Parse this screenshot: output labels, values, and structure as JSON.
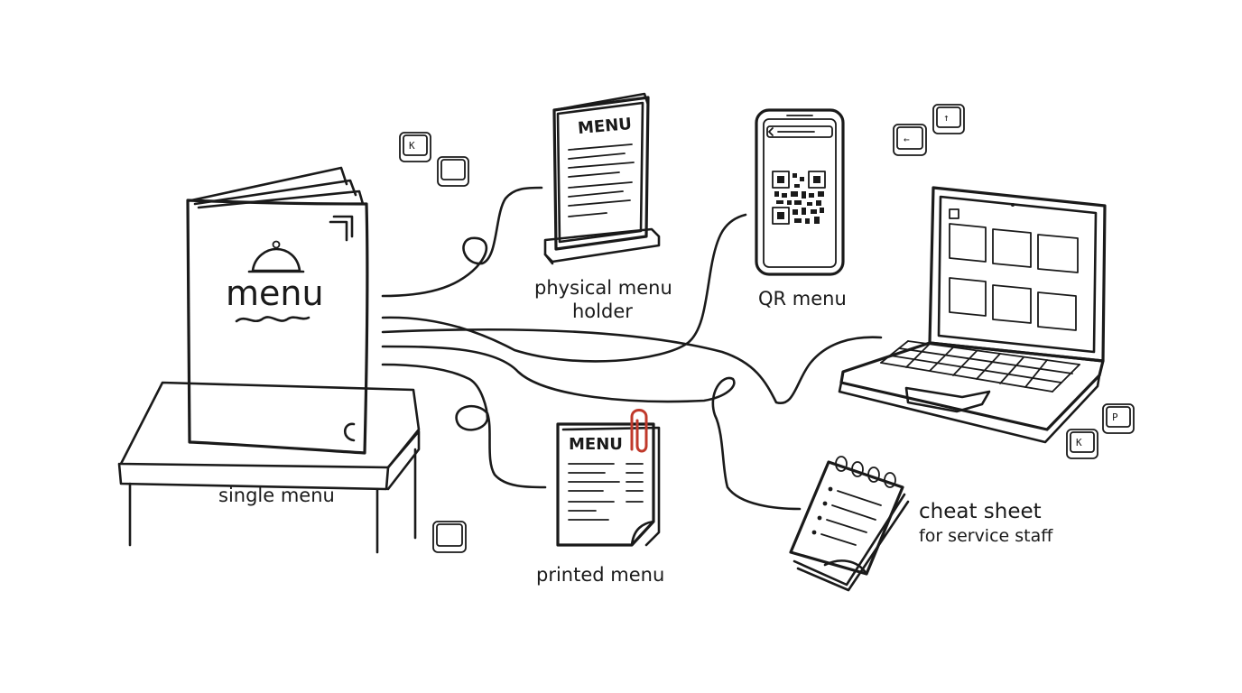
{
  "colors": {
    "ink": "#1a1a1a",
    "accent": "#c0392b",
    "background": "#ffffff"
  },
  "nodes": {
    "single_menu": {
      "label": "single menu",
      "cover_text": "menu"
    },
    "physical_holder": {
      "label_line1": "physical menu",
      "label_line2": "holder",
      "card_title": "MENU"
    },
    "qr_menu": {
      "label": "QR menu"
    },
    "laptop": {
      "label": ""
    },
    "printed_menu": {
      "label": "printed menu",
      "sheet_title": "MENU"
    },
    "cheat_sheet": {
      "label_line1": "cheat sheet",
      "label_line2": "for service staff"
    }
  },
  "keycaps": [
    {
      "letter": "K"
    },
    {
      "letter": ""
    },
    {
      "letter": ""
    },
    {
      "letter": "↑"
    },
    {
      "letter": "←"
    },
    {
      "letter": "P"
    },
    {
      "letter": "K"
    }
  ],
  "icons": {
    "cloche": "cloche-icon",
    "qr": "qr-code-icon",
    "paperclip": "paperclip-icon",
    "spiral": "spiral-binding-icon"
  }
}
